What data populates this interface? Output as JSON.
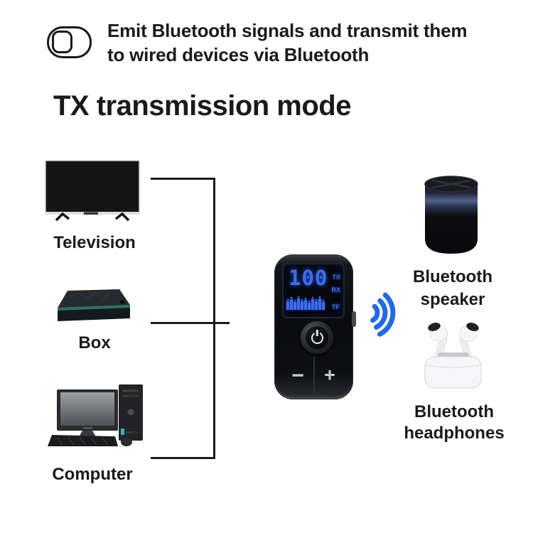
{
  "header": {
    "icon": "toggle-switch-icon",
    "line1": "Emit Bluetooth signals and transmit them",
    "line2": "to wired devices via Bluetooth"
  },
  "title": "TX transmission mode",
  "wired_devices": [
    {
      "name": "television",
      "label": "Television"
    },
    {
      "name": "box",
      "label": "Box"
    },
    {
      "name": "computer",
      "label": "Computer"
    }
  ],
  "transmitter": {
    "lcd": {
      "value": "100",
      "mode_top": "TX",
      "mode_middle": "RX",
      "mode_bottom": "TF",
      "eq_bars": [
        12,
        15,
        11,
        16,
        12,
        14,
        10,
        15,
        12,
        16,
        11
      ],
      "accent_color": "#3b6cf7"
    },
    "power_icon": "power-icon",
    "minus_label": "−",
    "plus_label": "+"
  },
  "signal": {
    "icon": "bluetooth-waves-icon",
    "color": "#2269e8"
  },
  "bluetooth_devices": [
    {
      "name": "bluetooth-speaker",
      "line1": "Bluetooth",
      "line2": "speaker"
    },
    {
      "name": "bluetooth-headphones",
      "line1": "Bluetooth",
      "line2": "headphones"
    }
  ]
}
